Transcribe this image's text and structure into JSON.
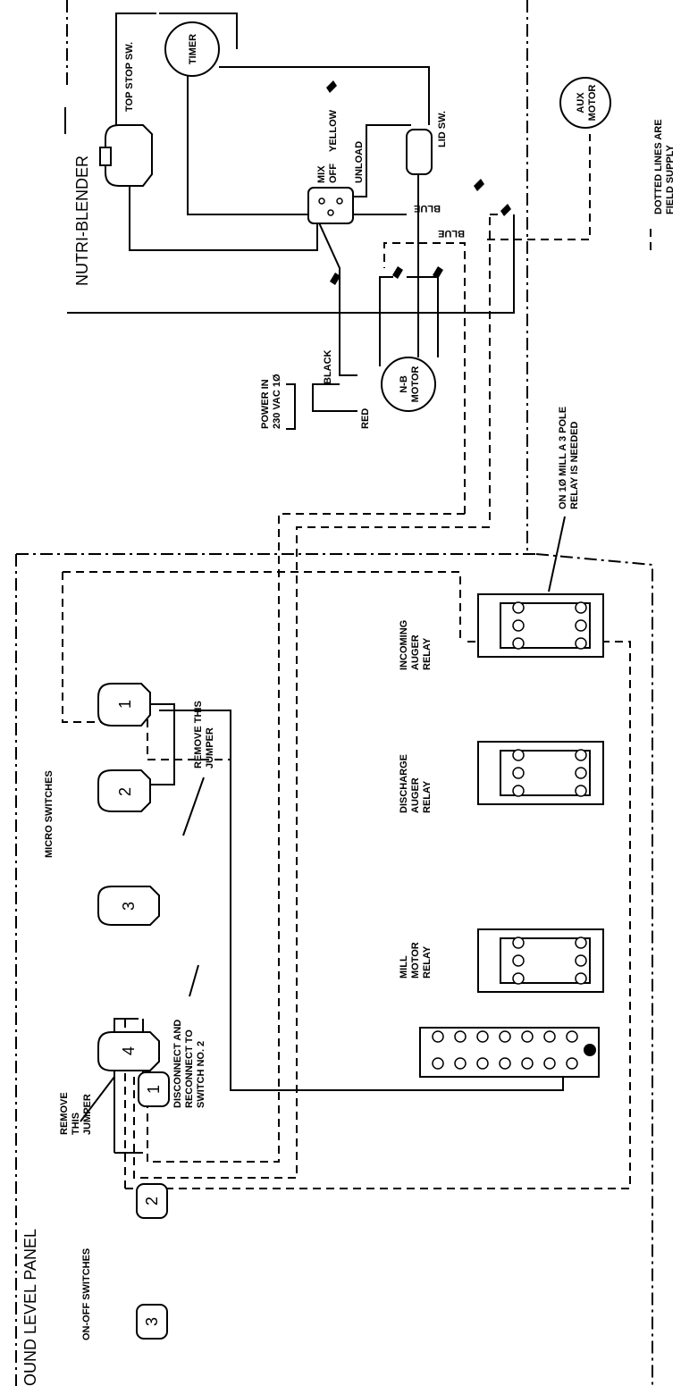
{
  "panel": {
    "title": "OUND LEVEL PANEL",
    "on_off_switches": "ON-OFF SWITCHES",
    "micro_switches": "MICRO SWITCHES",
    "remove_jumper_1": [
      "REMOVE",
      "THIS",
      "JUMPER"
    ],
    "remove_jumper_2": [
      "REMOVE THIS",
      "JUMPER"
    ],
    "disconnect_note": [
      "DISCONNECT AND",
      "RECONNECT TO",
      "SWITCH NO. 2"
    ],
    "micro_switch_numbers": [
      "1",
      "2",
      "3",
      "4"
    ],
    "on_off_numbers": [
      "1",
      "2",
      "3"
    ],
    "relays": {
      "mill": [
        "MILL",
        "MOTOR",
        "RELAY"
      ],
      "discharge": [
        "DISCHARGE",
        "AUGER",
        "RELAY"
      ],
      "incoming": [
        "INCOMING",
        "AUGER",
        "RELAY"
      ]
    },
    "relay_note": [
      "ON 1Ø MILL A 3 POLE",
      "RELAY IS NEEDED"
    ]
  },
  "blender": {
    "title": "NUTRI-BLENDER",
    "top_stop": "TOP STOP SW.",
    "timer": "TIMER",
    "aux_motor": [
      "AUX",
      "MOTOR"
    ],
    "lid_sw": "LID SW.",
    "selector": [
      "MIX",
      "OFF",
      "YELLOW",
      "UNLOAD"
    ],
    "blue_1": "BLUE",
    "blue_2": "BLUE",
    "power_in": [
      "POWER IN",
      "230 VAC 1Ø"
    ],
    "black": "BLACK",
    "red": "RED",
    "nb_motor": [
      "N-B",
      "MOTOR"
    ]
  },
  "legend": [
    "DOTTED LINES ARE",
    "FIELD SUPPLY"
  ]
}
